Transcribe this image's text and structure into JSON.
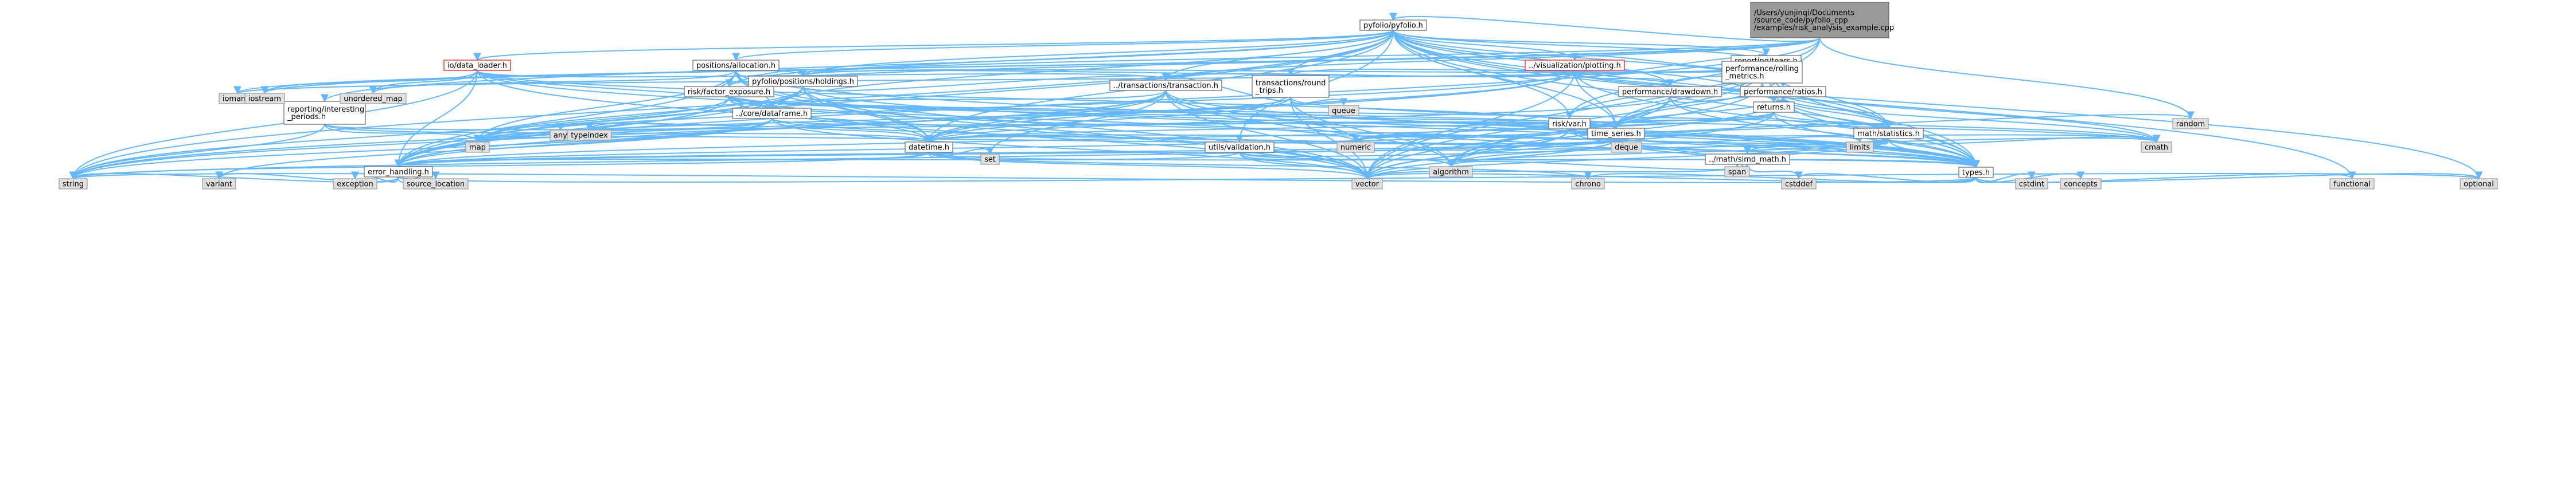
{
  "colors": {
    "edge": "#63b8ff",
    "root_fill": "#999999",
    "root_stroke": "#666666",
    "node_fill": "#ffffff",
    "node_stroke": "#666666",
    "highlight_stroke": "#ff0000",
    "external_fill": "#e0e0e0",
    "external_stroke": "#999999"
  },
  "nodes": [
    {
      "id": "root",
      "lines": [
        "/Users/yunjinqi/Documents",
        "/source_code/pyfolio_cpp",
        "/examples/risk_analysis_example.cpp"
      ],
      "kind": "root"
    },
    {
      "id": "pyfolio",
      "lines": [
        "pyfolio/pyfolio.h"
      ],
      "kind": "internal"
    },
    {
      "id": "tears",
      "lines": [
        "reporting/tears.h"
      ],
      "kind": "internal"
    },
    {
      "id": "interesting",
      "lines": [
        "reporting/interesting",
        "_periods.h"
      ],
      "kind": "internal"
    },
    {
      "id": "loader",
      "lines": [
        "io/data_loader.h"
      ],
      "kind": "highlight"
    },
    {
      "id": "allocation",
      "lines": [
        "positions/allocation.h"
      ],
      "kind": "internal"
    },
    {
      "id": "plotting",
      "lines": [
        "../visualization/plotting.h"
      ],
      "kind": "highlight"
    },
    {
      "id": "rolling",
      "lines": [
        "performance/rolling",
        "_metrics.h"
      ],
      "kind": "internal"
    },
    {
      "id": "holdings",
      "lines": [
        "pyfolio/positions/holdings.h"
      ],
      "kind": "internal"
    },
    {
      "id": "roundtrips",
      "lines": [
        "transactions/round",
        "_trips.h"
      ],
      "kind": "internal"
    },
    {
      "id": "transaction",
      "lines": [
        "../transactions/transaction.h"
      ],
      "kind": "internal"
    },
    {
      "id": "factor",
      "lines": [
        "risk/factor_exposure.h"
      ],
      "kind": "internal"
    },
    {
      "id": "drawdown",
      "lines": [
        "performance/drawdown.h"
      ],
      "kind": "internal"
    },
    {
      "id": "ratios",
      "lines": [
        "performance/ratios.h"
      ],
      "kind": "internal"
    },
    {
      "id": "returns",
      "lines": [
        "returns.h"
      ],
      "kind": "internal"
    },
    {
      "id": "dataframe",
      "lines": [
        "../core/dataframe.h"
      ],
      "kind": "internal"
    },
    {
      "id": "var",
      "lines": [
        "risk/var.h"
      ],
      "kind": "internal"
    },
    {
      "id": "timeseries",
      "lines": [
        "time_series.h"
      ],
      "kind": "internal"
    },
    {
      "id": "statistics",
      "lines": [
        "math/statistics.h"
      ],
      "kind": "internal"
    },
    {
      "id": "datetime",
      "lines": [
        "datetime.h"
      ],
      "kind": "internal"
    },
    {
      "id": "validation",
      "lines": [
        "utils/validation.h"
      ],
      "kind": "internal"
    },
    {
      "id": "simd",
      "lines": [
        "../math/simd_math.h"
      ],
      "kind": "internal"
    },
    {
      "id": "error",
      "lines": [
        "error_handling.h"
      ],
      "kind": "internal"
    },
    {
      "id": "types",
      "lines": [
        "types.h"
      ],
      "kind": "internal"
    },
    {
      "id": "iomanip",
      "lines": [
        "iomanip"
      ],
      "kind": "external"
    },
    {
      "id": "iostream",
      "lines": [
        "iostream"
      ],
      "kind": "external"
    },
    {
      "id": "umap",
      "lines": [
        "unordered_map"
      ],
      "kind": "external"
    },
    {
      "id": "queue",
      "lines": [
        "queue"
      ],
      "kind": "external"
    },
    {
      "id": "any",
      "lines": [
        "any"
      ],
      "kind": "external"
    },
    {
      "id": "typeindex",
      "lines": [
        "typeindex"
      ],
      "kind": "external"
    },
    {
      "id": "random",
      "lines": [
        "random"
      ],
      "kind": "external"
    },
    {
      "id": "map",
      "lines": [
        "map"
      ],
      "kind": "external"
    },
    {
      "id": "numeric",
      "lines": [
        "numeric"
      ],
      "kind": "external"
    },
    {
      "id": "deque",
      "lines": [
        "deque"
      ],
      "kind": "external"
    },
    {
      "id": "limits",
      "lines": [
        "limits"
      ],
      "kind": "external"
    },
    {
      "id": "cmath",
      "lines": [
        "cmath"
      ],
      "kind": "external"
    },
    {
      "id": "set",
      "lines": [
        "set"
      ],
      "kind": "external"
    },
    {
      "id": "algorithm",
      "lines": [
        "algorithm"
      ],
      "kind": "external"
    },
    {
      "id": "span",
      "lines": [
        "span"
      ],
      "kind": "external"
    },
    {
      "id": "string",
      "lines": [
        "string"
      ],
      "kind": "external"
    },
    {
      "id": "variant",
      "lines": [
        "variant"
      ],
      "kind": "external"
    },
    {
      "id": "exception",
      "lines": [
        "exception"
      ],
      "kind": "external"
    },
    {
      "id": "srcloc",
      "lines": [
        "source_location"
      ],
      "kind": "external"
    },
    {
      "id": "vector",
      "lines": [
        "vector"
      ],
      "kind": "external"
    },
    {
      "id": "chrono",
      "lines": [
        "chrono"
      ],
      "kind": "external"
    },
    {
      "id": "cstddef",
      "lines": [
        "cstddef"
      ],
      "kind": "external"
    },
    {
      "id": "cstdint",
      "lines": [
        "cstdint"
      ],
      "kind": "external"
    },
    {
      "id": "concepts",
      "lines": [
        "concepts"
      ],
      "kind": "external"
    },
    {
      "id": "functional",
      "lines": [
        "functional"
      ],
      "kind": "external"
    },
    {
      "id": "optional",
      "lines": [
        "optional"
      ],
      "kind": "external"
    }
  ],
  "edges": [
    [
      "root",
      "pyfolio"
    ],
    [
      "root",
      "iomanip"
    ],
    [
      "root",
      "iostream"
    ],
    [
      "root",
      "holdings"
    ],
    [
      "root",
      "transaction"
    ],
    [
      "root",
      "factor"
    ],
    [
      "root",
      "var"
    ],
    [
      "root",
      "error"
    ],
    [
      "root",
      "random"
    ],
    [
      "root",
      "vector"
    ],
    [
      "pyfolio",
      "tears"
    ],
    [
      "pyfolio",
      "interesting"
    ],
    [
      "pyfolio",
      "loader"
    ],
    [
      "pyfolio",
      "allocation"
    ],
    [
      "pyfolio",
      "plotting"
    ],
    [
      "pyfolio",
      "rolling"
    ],
    [
      "pyfolio",
      "holdings"
    ],
    [
      "pyfolio",
      "roundtrips"
    ],
    [
      "pyfolio",
      "transaction"
    ],
    [
      "pyfolio",
      "factor"
    ],
    [
      "pyfolio",
      "drawdown"
    ],
    [
      "pyfolio",
      "ratios"
    ],
    [
      "pyfolio",
      "returns"
    ],
    [
      "pyfolio",
      "dataframe"
    ],
    [
      "pyfolio",
      "var"
    ],
    [
      "pyfolio",
      "timeseries"
    ],
    [
      "pyfolio",
      "statistics"
    ],
    [
      "pyfolio",
      "datetime"
    ],
    [
      "pyfolio",
      "validation"
    ],
    [
      "pyfolio",
      "error"
    ],
    [
      "pyfolio",
      "types"
    ],
    [
      "pyfolio",
      "string"
    ],
    [
      "pyfolio",
      "functional"
    ],
    [
      "pyfolio",
      "optional"
    ],
    [
      "tears",
      "plotting"
    ],
    [
      "tears",
      "rolling"
    ],
    [
      "tears",
      "holdings"
    ],
    [
      "tears",
      "roundtrips"
    ],
    [
      "tears",
      "drawdown"
    ],
    [
      "tears",
      "ratios"
    ],
    [
      "tears",
      "returns"
    ],
    [
      "tears",
      "var"
    ],
    [
      "tears",
      "timeseries"
    ],
    [
      "tears",
      "statistics"
    ],
    [
      "tears",
      "types"
    ],
    [
      "tears",
      "iomanip"
    ],
    [
      "tears",
      "vector"
    ],
    [
      "interesting",
      "datetime"
    ],
    [
      "interesting",
      "timeseries"
    ],
    [
      "interesting",
      "string"
    ],
    [
      "interesting",
      "map"
    ],
    [
      "loader",
      "holdings"
    ],
    [
      "loader",
      "transaction"
    ],
    [
      "loader",
      "dataframe"
    ],
    [
      "loader",
      "timeseries"
    ],
    [
      "loader",
      "error"
    ],
    [
      "loader",
      "types"
    ],
    [
      "loader",
      "iostream"
    ],
    [
      "loader",
      "umap"
    ],
    [
      "loader",
      "string"
    ],
    [
      "loader",
      "vector"
    ],
    [
      "allocation",
      "holdings"
    ],
    [
      "allocation",
      "dataframe"
    ],
    [
      "allocation",
      "datetime"
    ],
    [
      "allocation",
      "error"
    ],
    [
      "allocation",
      "types"
    ],
    [
      "allocation",
      "map"
    ],
    [
      "allocation",
      "umap"
    ],
    [
      "allocation",
      "vector"
    ],
    [
      "plotting",
      "rolling"
    ],
    [
      "plotting",
      "holdings"
    ],
    [
      "plotting",
      "transaction"
    ],
    [
      "plotting",
      "drawdown"
    ],
    [
      "plotting",
      "returns"
    ],
    [
      "plotting",
      "timeseries"
    ],
    [
      "plotting",
      "datetime"
    ],
    [
      "plotting",
      "types"
    ],
    [
      "plotting",
      "string"
    ],
    [
      "plotting",
      "vector"
    ],
    [
      "plotting",
      "map"
    ],
    [
      "rolling",
      "ratios"
    ],
    [
      "rolling",
      "returns"
    ],
    [
      "rolling",
      "statistics"
    ],
    [
      "rolling",
      "timeseries"
    ],
    [
      "rolling",
      "types"
    ],
    [
      "rolling",
      "cmath"
    ],
    [
      "rolling",
      "algorithm"
    ],
    [
      "holdings",
      "transaction"
    ],
    [
      "holdings",
      "datetime"
    ],
    [
      "holdings",
      "error"
    ],
    [
      "holdings",
      "types"
    ],
    [
      "holdings",
      "map"
    ],
    [
      "holdings",
      "string"
    ],
    [
      "holdings",
      "vector"
    ],
    [
      "roundtrips",
      "transaction"
    ],
    [
      "roundtrips",
      "queue"
    ],
    [
      "roundtrips",
      "timeseries"
    ],
    [
      "roundtrips",
      "datetime"
    ],
    [
      "roundtrips",
      "map"
    ],
    [
      "roundtrips",
      "vector"
    ],
    [
      "roundtrips",
      "algorithm"
    ],
    [
      "transaction",
      "dataframe"
    ],
    [
      "transaction",
      "datetime"
    ],
    [
      "transaction",
      "error"
    ],
    [
      "transaction",
      "types"
    ],
    [
      "transaction",
      "string"
    ],
    [
      "transaction",
      "set"
    ],
    [
      "transaction",
      "vector"
    ],
    [
      "transaction",
      "algorithm"
    ],
    [
      "transaction",
      "numeric"
    ],
    [
      "factor",
      "dataframe"
    ],
    [
      "factor",
      "statistics"
    ],
    [
      "factor",
      "timeseries"
    ],
    [
      "factor",
      "datetime"
    ],
    [
      "factor",
      "error"
    ],
    [
      "factor",
      "types"
    ],
    [
      "factor",
      "map"
    ],
    [
      "factor",
      "numeric"
    ],
    [
      "factor",
      "vector"
    ],
    [
      "factor",
      "cmath"
    ],
    [
      "drawdown",
      "returns"
    ],
    [
      "drawdown",
      "timeseries"
    ],
    [
      "drawdown",
      "datetime"
    ],
    [
      "drawdown",
      "types"
    ],
    [
      "drawdown",
      "algorithm"
    ],
    [
      "drawdown",
      "vector"
    ],
    [
      "ratios",
      "returns"
    ],
    [
      "ratios",
      "statistics"
    ],
    [
      "ratios",
      "timeseries"
    ],
    [
      "ratios",
      "types"
    ],
    [
      "ratios",
      "cmath"
    ],
    [
      "ratios",
      "algorithm"
    ],
    [
      "returns",
      "timeseries"
    ],
    [
      "returns",
      "datetime"
    ],
    [
      "returns",
      "error"
    ],
    [
      "returns",
      "types"
    ],
    [
      "returns",
      "numeric"
    ],
    [
      "returns",
      "cmath"
    ],
    [
      "returns",
      "vector"
    ],
    [
      "dataframe",
      "timeseries"
    ],
    [
      "dataframe",
      "datetime"
    ],
    [
      "dataframe",
      "error"
    ],
    [
      "dataframe",
      "types"
    ],
    [
      "dataframe",
      "any"
    ],
    [
      "dataframe",
      "typeindex"
    ],
    [
      "dataframe",
      "map"
    ],
    [
      "dataframe",
      "string"
    ],
    [
      "dataframe",
      "variant"
    ],
    [
      "dataframe",
      "vector"
    ],
    [
      "var",
      "statistics"
    ],
    [
      "var",
      "timeseries"
    ],
    [
      "var",
      "datetime"
    ],
    [
      "var",
      "error"
    ],
    [
      "var",
      "types"
    ],
    [
      "var",
      "random"
    ],
    [
      "var",
      "numeric"
    ],
    [
      "var",
      "algorithm"
    ],
    [
      "var",
      "cmath"
    ],
    [
      "var",
      "vector"
    ],
    [
      "var",
      "span"
    ],
    [
      "timeseries",
      "datetime"
    ],
    [
      "timeseries",
      "error"
    ],
    [
      "timeseries",
      "types"
    ],
    [
      "timeseries",
      "map"
    ],
    [
      "timeseries",
      "numeric"
    ],
    [
      "timeseries",
      "deque"
    ],
    [
      "timeseries",
      "limits"
    ],
    [
      "timeseries",
      "algorithm"
    ],
    [
      "timeseries",
      "span"
    ],
    [
      "timeseries",
      "vector"
    ],
    [
      "timeseries",
      "string"
    ],
    [
      "statistics",
      "simd"
    ],
    [
      "statistics",
      "error"
    ],
    [
      "statistics",
      "types"
    ],
    [
      "statistics",
      "numeric"
    ],
    [
      "statistics",
      "cmath"
    ],
    [
      "statistics",
      "algorithm"
    ],
    [
      "statistics",
      "limits"
    ],
    [
      "statistics",
      "span"
    ],
    [
      "statistics",
      "vector"
    ],
    [
      "datetime",
      "error"
    ],
    [
      "datetime",
      "types"
    ],
    [
      "datetime",
      "chrono"
    ],
    [
      "datetime",
      "set"
    ],
    [
      "datetime",
      "string"
    ],
    [
      "datetime",
      "vector"
    ],
    [
      "validation",
      "error"
    ],
    [
      "validation",
      "types"
    ],
    [
      "validation",
      "cmath"
    ],
    [
      "validation",
      "algorithm"
    ],
    [
      "validation",
      "vector"
    ],
    [
      "simd",
      "span"
    ],
    [
      "simd",
      "cstddef"
    ],
    [
      "simd",
      "vector"
    ],
    [
      "simd",
      "algorithm"
    ],
    [
      "error",
      "exception"
    ],
    [
      "error",
      "srcloc"
    ],
    [
      "error",
      "string"
    ],
    [
      "error",
      "variant"
    ],
    [
      "error",
      "optional"
    ],
    [
      "types",
      "chrono"
    ],
    [
      "types",
      "cstdint"
    ],
    [
      "types",
      "concepts"
    ],
    [
      "types",
      "cstddef"
    ],
    [
      "types",
      "string"
    ],
    [
      "types",
      "vector"
    ],
    [
      "types",
      "functional"
    ],
    [
      "types",
      "optional"
    ]
  ]
}
